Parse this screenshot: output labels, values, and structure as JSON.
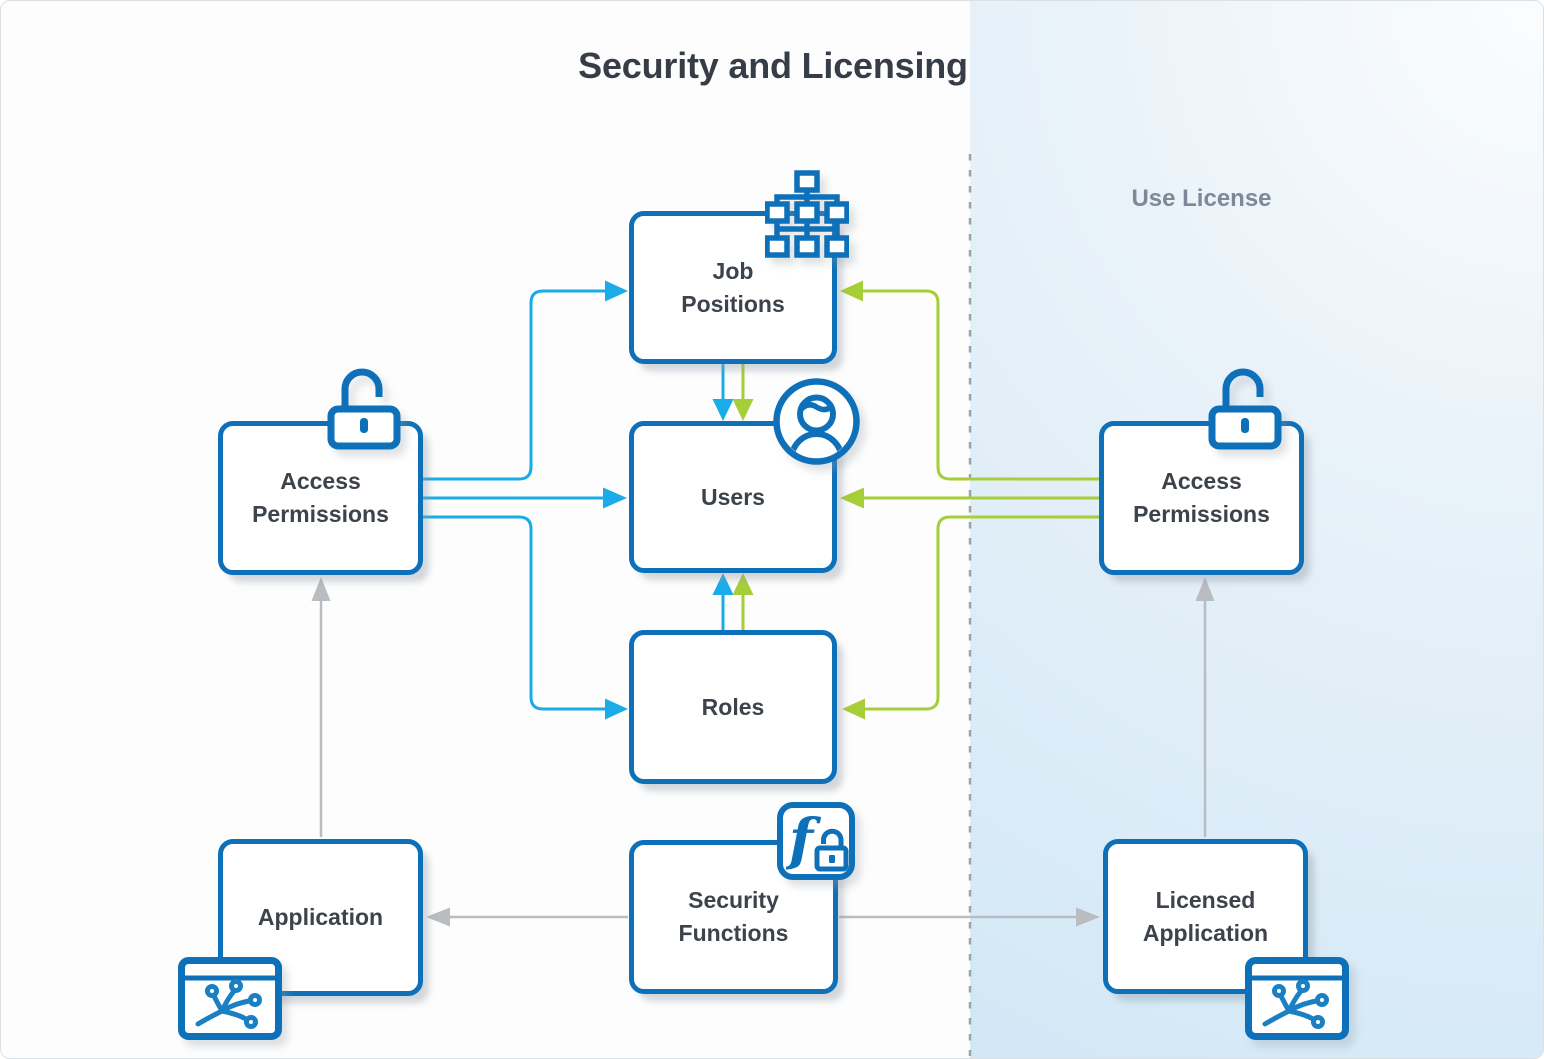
{
  "title": "Security and Licensing",
  "region": {
    "label": "Use License"
  },
  "nodes": {
    "job_positions": {
      "label": "Job\nPositions",
      "icon": "org-chart-icon"
    },
    "users": {
      "label": "Users",
      "icon": "user-avatar-icon"
    },
    "roles": {
      "label": "Roles",
      "icon": null
    },
    "access_permissions_left": {
      "label": "Access\nPermissions",
      "icon": "unlocked-padlock-icon"
    },
    "access_permissions_right": {
      "label": "Access\nPermissions",
      "icon": "unlocked-padlock-icon"
    },
    "application": {
      "label": "Application",
      "icon": "app-window-icon"
    },
    "security_functions": {
      "label": "Security\nFunctions",
      "icon": "function-lock-icon",
      "icon_glyph": "f"
    },
    "licensed_application": {
      "label": "Licensed\nApplication",
      "icon": "app-window-icon"
    }
  },
  "edges": [
    {
      "from": "access_permissions_left",
      "to": "job_positions",
      "color": "cyan"
    },
    {
      "from": "access_permissions_left",
      "to": "users",
      "color": "cyan"
    },
    {
      "from": "access_permissions_left",
      "to": "roles",
      "color": "cyan"
    },
    {
      "from": "access_permissions_right",
      "to": "job_positions",
      "color": "green"
    },
    {
      "from": "access_permissions_right",
      "to": "users",
      "color": "green"
    },
    {
      "from": "access_permissions_right",
      "to": "roles",
      "color": "green"
    },
    {
      "from": "job_positions",
      "to": "users",
      "color": "cyan"
    },
    {
      "from": "job_positions",
      "to": "users",
      "color": "green"
    },
    {
      "from": "roles",
      "to": "users",
      "color": "cyan"
    },
    {
      "from": "roles",
      "to": "users",
      "color": "green"
    },
    {
      "from": "application",
      "to": "access_permissions_left",
      "color": "gray"
    },
    {
      "from": "licensed_application",
      "to": "access_permissions_right",
      "color": "gray"
    },
    {
      "from": "security_functions",
      "to": "application",
      "color": "gray"
    },
    {
      "from": "security_functions",
      "to": "licensed_application",
      "color": "gray"
    }
  ],
  "colors": {
    "node_border": "#0e70b8",
    "cyan_edge": "#19ace8",
    "green_edge": "#a6ce39",
    "gray_edge": "#b9bdc1",
    "divider": "#9aa2aa",
    "label_text": "#3d434b",
    "region_text": "#7d8996",
    "right_panel_blue": "#d0e7f6"
  }
}
